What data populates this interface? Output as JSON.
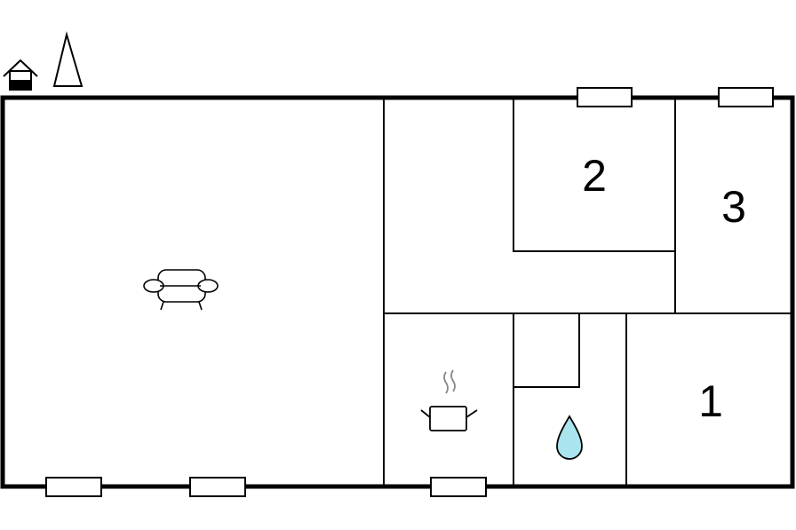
{
  "colors": {
    "wall": "#000000",
    "background": "#ffffff",
    "water": "#a9e4ef"
  },
  "icons": {
    "entrance": "house-entrance-icon",
    "north": "north-arrow-icon",
    "living": "sofa-icon",
    "kitchen": "cooking-pot-icon",
    "bathroom": "water-drop-icon",
    "window": "window-icon"
  },
  "rooms": {
    "bedroom_1": {
      "label": "1"
    },
    "bedroom_2": {
      "label": "2"
    },
    "bedroom_3": {
      "label": "3"
    }
  }
}
